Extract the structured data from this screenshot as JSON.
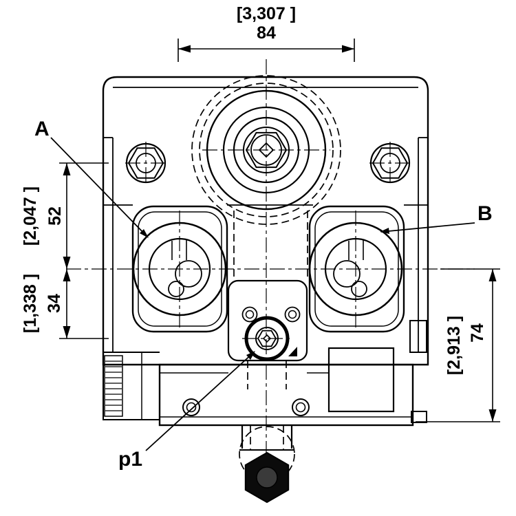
{
  "drawing": {
    "background_color": "#ffffff",
    "line_color": "#000000",
    "labels": {
      "port_a": "A",
      "port_b": "B",
      "port_p1": "p1"
    },
    "dimensions": {
      "top": {
        "reference": "[3,307 ]",
        "value": "84"
      },
      "left_upper": {
        "reference": "[2,047 ]",
        "value": "52"
      },
      "left_lower": {
        "reference": "[1,338 ]",
        "value": "34"
      },
      "right": {
        "reference": "[2,913 ]",
        "value": "74"
      }
    }
  }
}
